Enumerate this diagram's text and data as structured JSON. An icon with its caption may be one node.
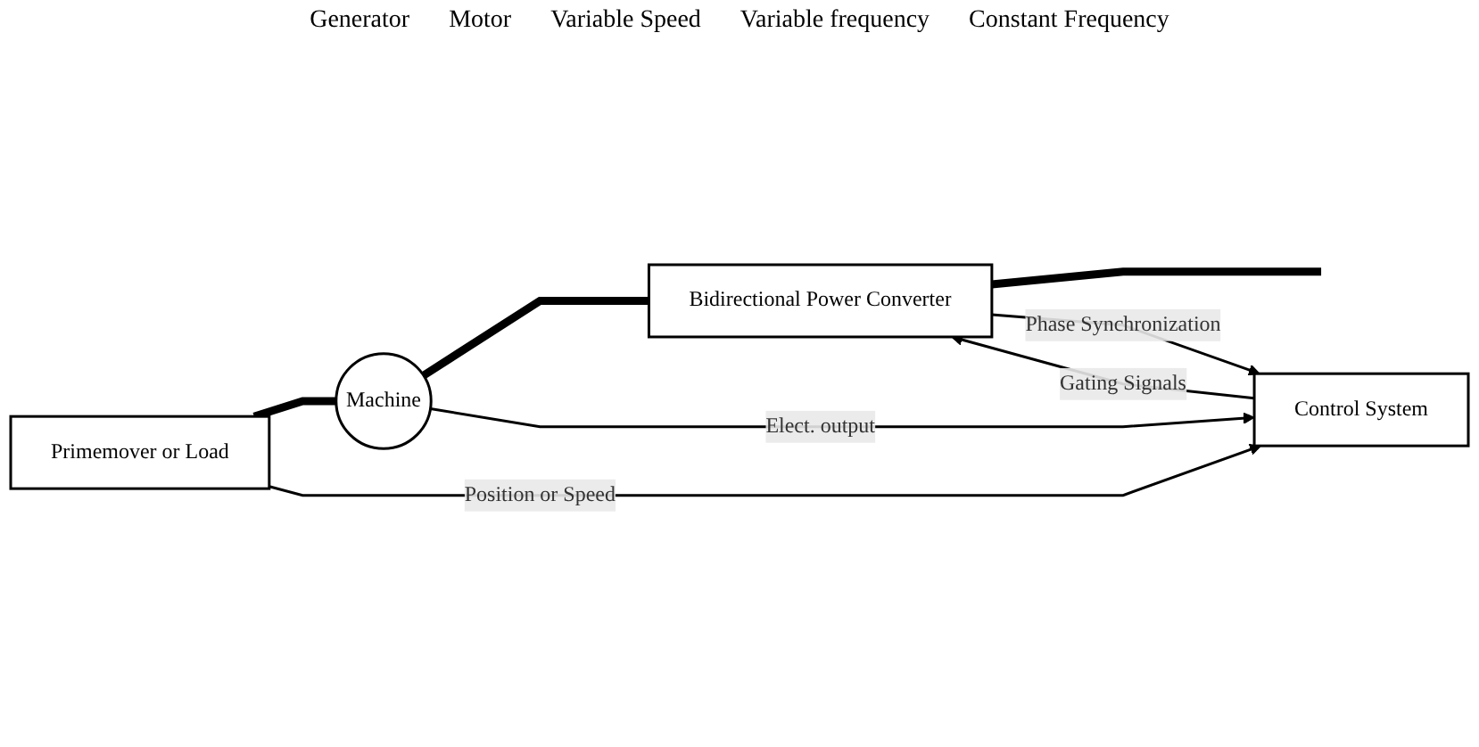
{
  "diagram": {
    "nodes": [
      {
        "text": [
          "Primemover or Load"
        ]
      },
      {
        "text": [
          "Machine"
        ]
      },
      {
        "text": [
          "Bidirectional Power Converter"
        ]
      },
      {
        "text": [
          "Control System"
        ]
      }
    ],
    "edges": [
      {
        "from": 0,
        "to": 1,
        "arrow": "none",
        "style": "thick"
      },
      {
        "from": 1,
        "to": 2,
        "arrow": "none",
        "style": "thick"
      },
      {
        "from": 2,
        "to": null,
        "arrow": "none",
        "style": "thick"
      },
      {
        "from": 0,
        "to": 3,
        "arrow": "to",
        "label": "Position or Speed"
      },
      {
        "from": 1,
        "to": 3,
        "arrow": "to",
        "label": "Elect. output"
      },
      {
        "from": 3,
        "to": 2,
        "arrow": "to",
        "label": "Gating Signals"
      },
      {
        "from": 2,
        "to": 3,
        "arrow": "to",
        "label": "Phase Synchronization"
      }
    ],
    "labels": [
      "Generator",
      "Motor",
      "Variable Speed",
      "Variable frequency",
      "Constant Frequency"
    ]
  }
}
